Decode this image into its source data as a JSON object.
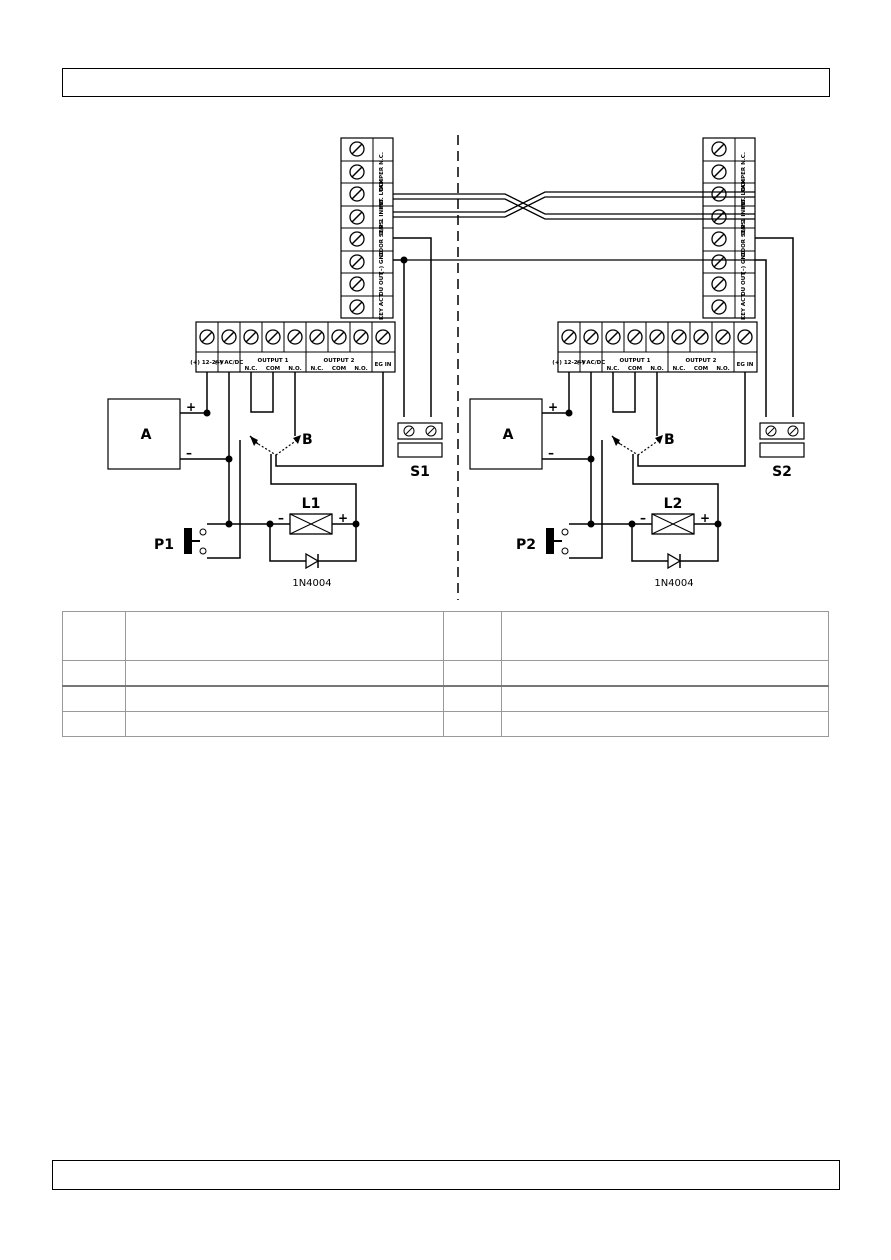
{
  "labels": {
    "power_supply": "A",
    "button_b": "B",
    "terminals": {
      "top": [
        "TAMPER N.C.",
        "INT. LOCK",
        "O/P 1 INHIB",
        "DOOR SENS",
        "(–) GND",
        "DU OUT",
        "KEY ACT"
      ],
      "bottom_pwr_pos": "(+) 12-24V",
      "bottom_pwr_neg": "(–) AC/DC",
      "output1": "OUTPUT 1",
      "output2": "OUTPUT 2",
      "nc": "N.C.",
      "com": "COM",
      "no": "N.O.",
      "eg": "EG IN"
    },
    "plus": "+",
    "minus": "–",
    "diode": "1N4004"
  },
  "left": {
    "sensor": "S1",
    "lock": "L1",
    "pushbutton": "P1"
  },
  "right": {
    "sensor": "S2",
    "lock": "L2",
    "pushbutton": "P2"
  },
  "legend_rows": [
    [
      "",
      "",
      "",
      ""
    ],
    [
      "",
      "",
      "",
      ""
    ],
    [
      "",
      "",
      "",
      ""
    ],
    [
      "",
      "",
      "",
      ""
    ]
  ]
}
